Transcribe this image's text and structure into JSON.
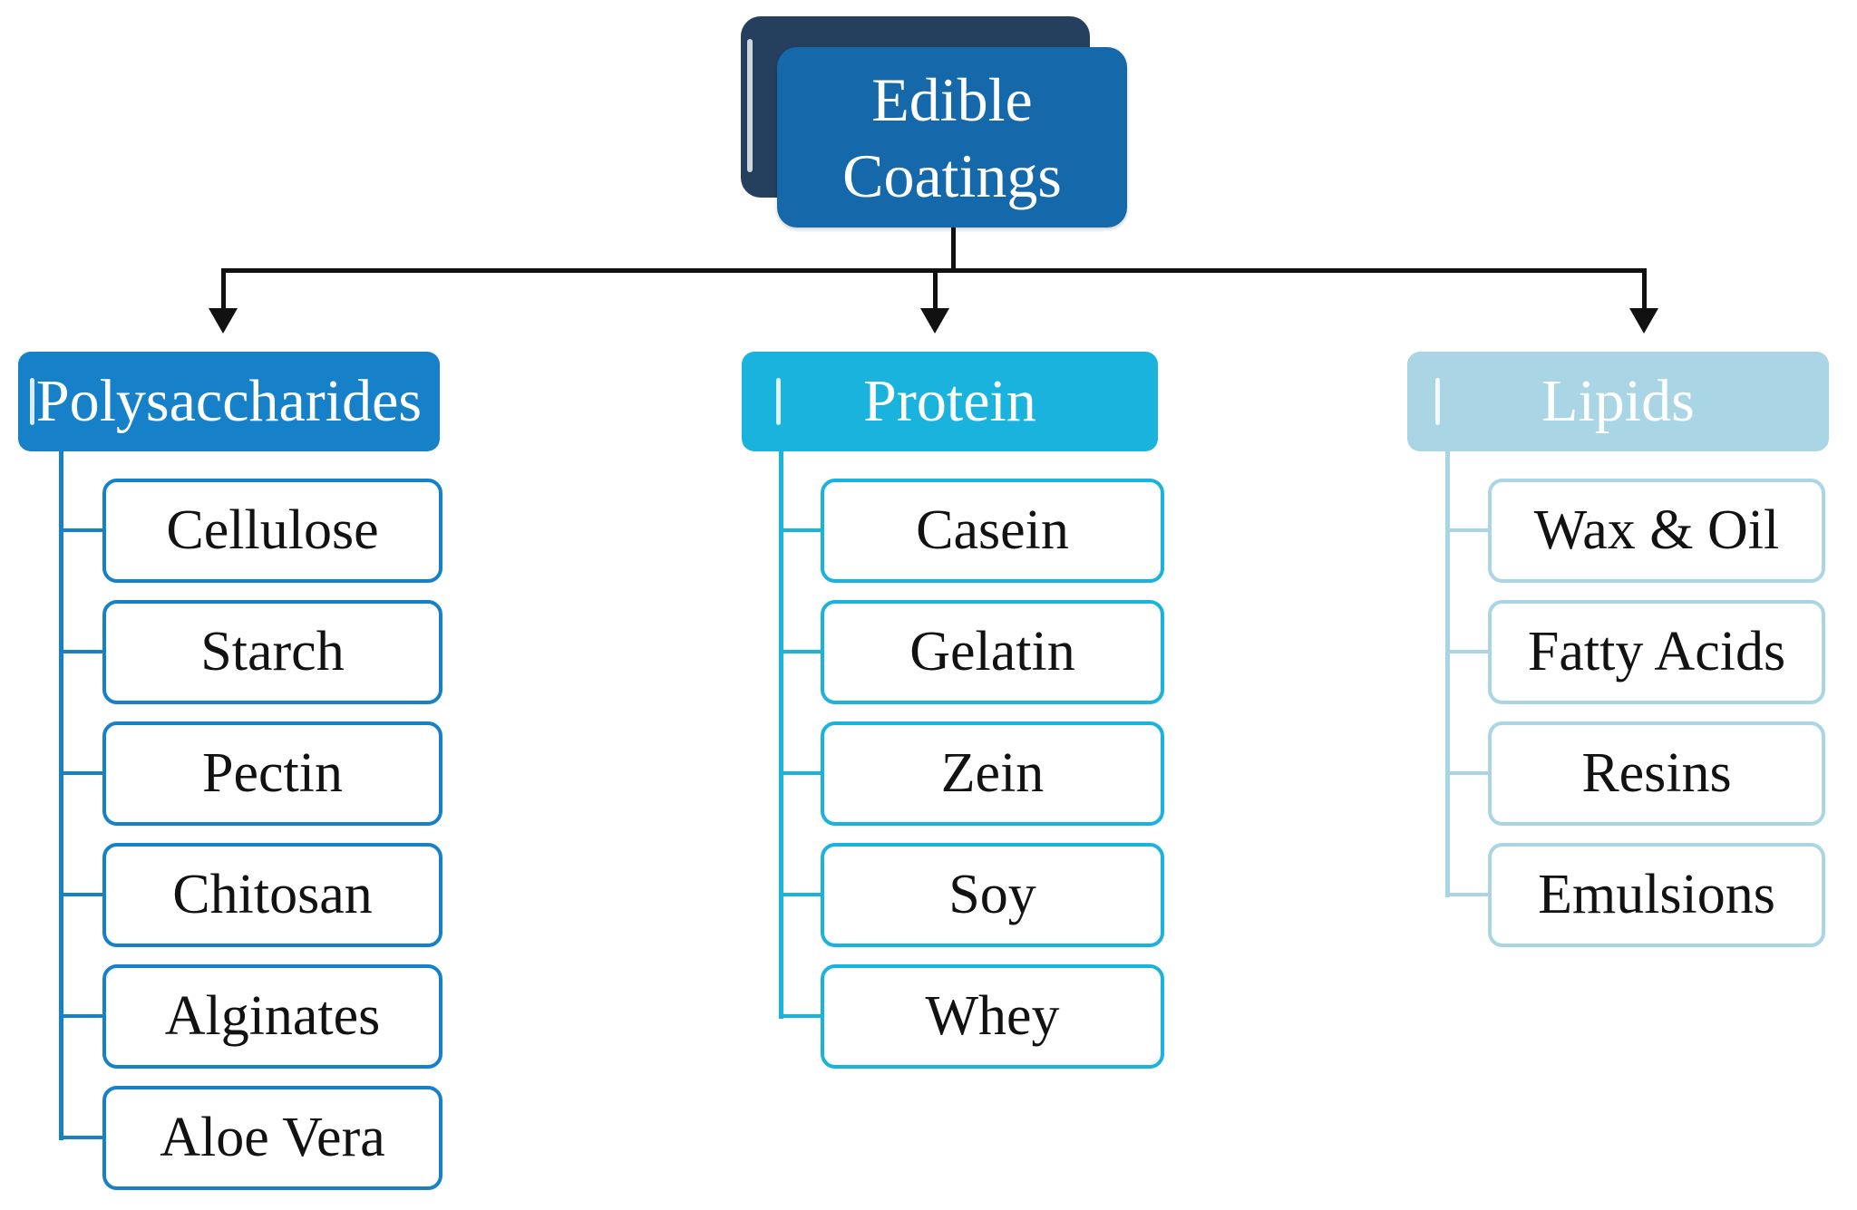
{
  "root": {
    "line1": "Edible",
    "line2": "Coatings"
  },
  "branches": [
    {
      "label": "Polysaccharides",
      "children": [
        "Cellulose",
        "Starch",
        "Pectin",
        "Chitosan",
        "Alginates",
        "Aloe Vera"
      ]
    },
    {
      "label": "Protein",
      "children": [
        "Casein",
        "Gelatin",
        "Zein",
        "Soy",
        "Whey"
      ]
    },
    {
      "label": "Lipids",
      "children": [
        "Wax & Oil",
        "Fatty Acids",
        "Resins",
        "Emulsions"
      ]
    }
  ],
  "colors": {
    "navy": "#25405e",
    "rootblue": "#1568a9",
    "poly": "#1681c9",
    "protein": "#1ab3dd",
    "lipids": "#a9d5e4",
    "line": "#111111"
  }
}
